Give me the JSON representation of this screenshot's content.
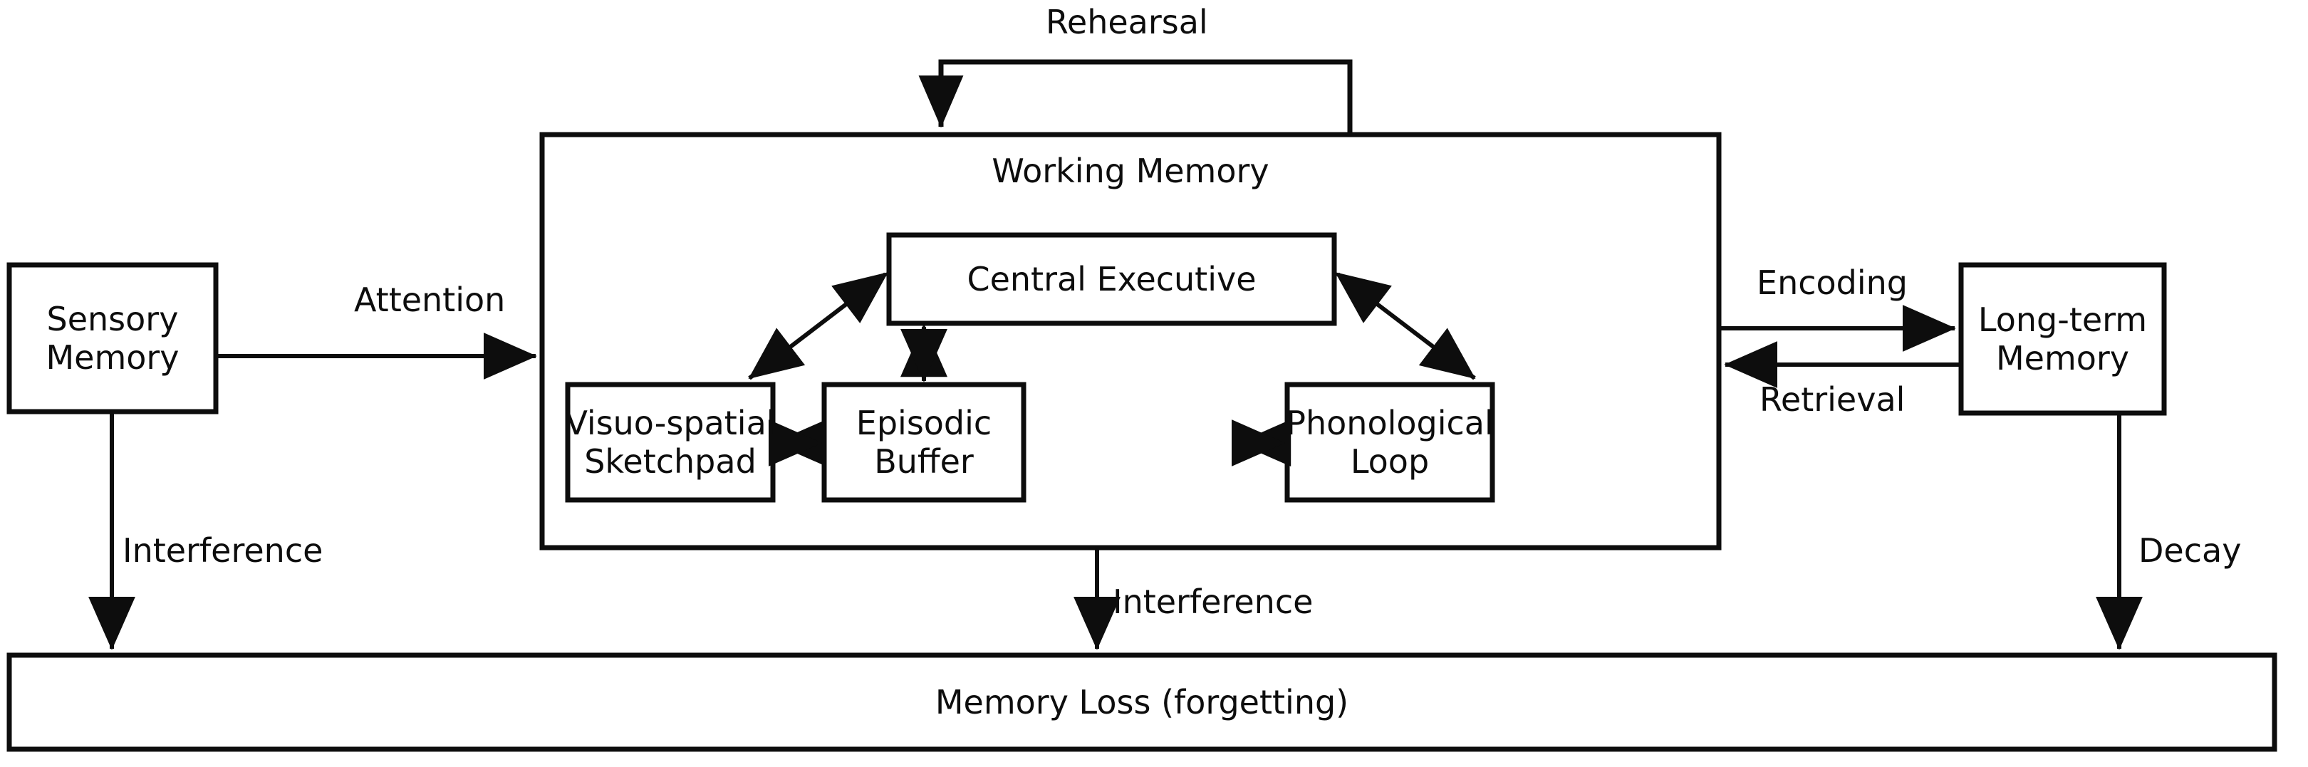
{
  "diagram": {
    "title": "Working Memory Model",
    "type": "block-flow-diagram",
    "background_color": "#ffffff",
    "stroke_color": "#0d0d0d",
    "text_color": "#0d0d0d"
  },
  "nodes": {
    "sensory_memory": {
      "label": "Sensory\nMemory"
    },
    "working_memory": {
      "label": "Working Memory"
    },
    "central_executive": {
      "label": "Central Executive"
    },
    "visuospatial_sketchpad": {
      "label": "Visuo-spatial\nSketchpad"
    },
    "episodic_buffer": {
      "label": "Episodic\nBuffer"
    },
    "phonological_loop": {
      "label": "Phonological\nLoop"
    },
    "long_term_memory": {
      "label": "Long-term\nMemory"
    },
    "memory_loss": {
      "label": "Memory Loss (forgetting)"
    }
  },
  "edges": {
    "rehearsal": {
      "label": "Rehearsal"
    },
    "attention": {
      "label": "Attention"
    },
    "encoding": {
      "label": "Encoding"
    },
    "retrieval": {
      "label": "Retrieval"
    },
    "interference_sensory": {
      "label": "Interference"
    },
    "interference_working": {
      "label": "Interference"
    },
    "decay": {
      "label": "Decay"
    }
  }
}
